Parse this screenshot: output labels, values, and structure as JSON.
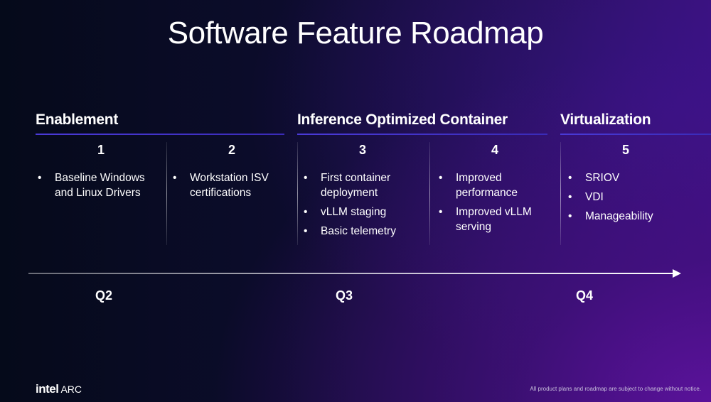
{
  "title": "Software Feature Roadmap",
  "sections": [
    {
      "label": "Enablement"
    },
    {
      "label": "Inference Optimized Container"
    },
    {
      "label": "Virtualization"
    }
  ],
  "columns": [
    {
      "number": "1",
      "items": [
        "Baseline Windows and Linux Drivers"
      ]
    },
    {
      "number": "2",
      "items": [
        "Workstation ISV certifications"
      ]
    },
    {
      "number": "3",
      "items": [
        "First container deployment",
        "vLLM staging",
        "Basic telemetry"
      ]
    },
    {
      "number": "4",
      "items": [
        "Improved performance",
        "Improved vLLM serving"
      ]
    },
    {
      "number": "5",
      "items": [
        "SRIOV",
        "VDI",
        "Manageability"
      ]
    }
  ],
  "quarters": [
    "Q2",
    "Q3",
    "Q4"
  ],
  "footer": {
    "logo_brand": "intel",
    "logo_product": "ARC",
    "disclaimer": "All product plans and roadmap are subject to change without notice."
  }
}
